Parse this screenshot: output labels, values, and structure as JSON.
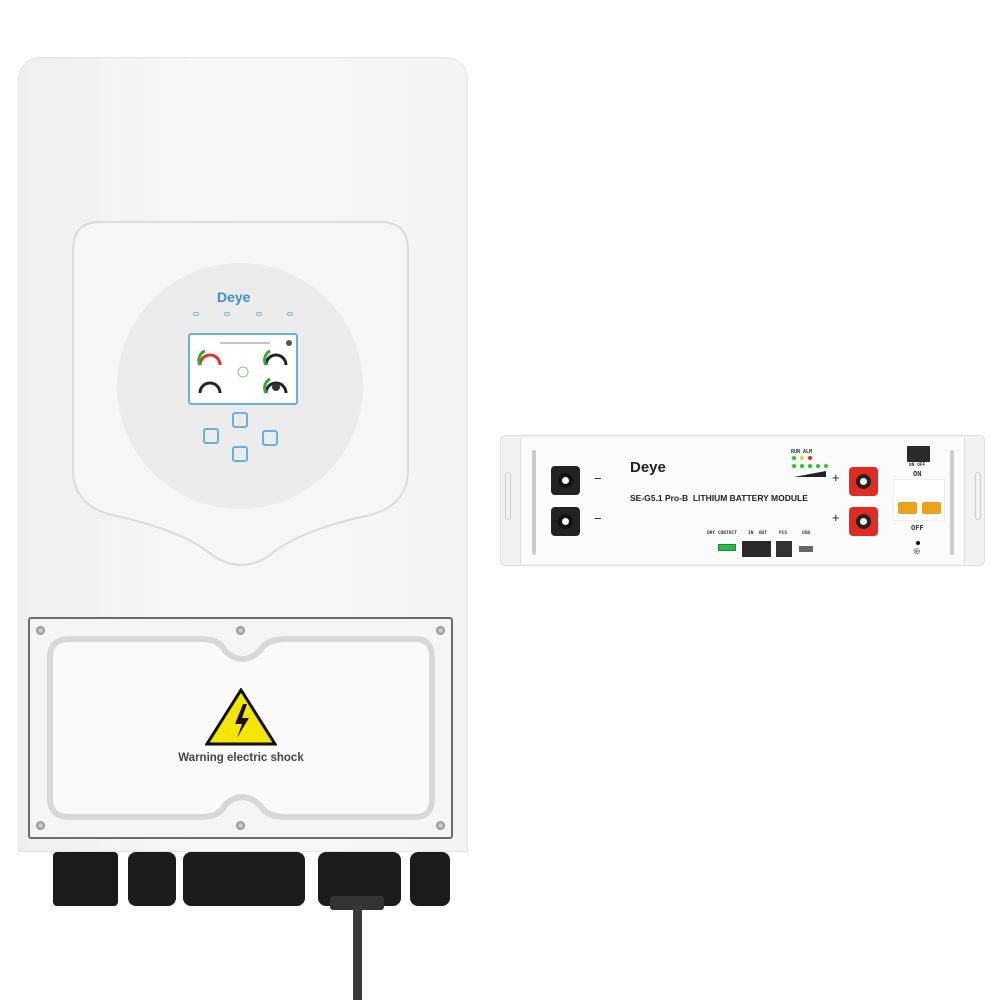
{
  "inverter": {
    "brand": "Deye",
    "warning_label": "Warning electric shock"
  },
  "battery": {
    "brand": "Deye",
    "model_label": "SE-G5.1 Pro-B  LITHIUM BATTERY MODULE",
    "led_labels": "RUN ALM",
    "minus_sign": "−",
    "plus_sign": "+",
    "switch_label": "ON OFF",
    "breaker_on": "ON",
    "breaker_off": "OFF",
    "dry_contact": "DRY CONTACT",
    "in_out": "IN  OUT",
    "pcs": "PCS",
    "usb": "USB",
    "ground_symbol": "⊕"
  },
  "colors": {
    "screen_border": "#6ab0e0",
    "terminal_red": "#e02a22",
    "breaker_orange": "#e8a21c",
    "warning_yellow": "#f3e600"
  }
}
